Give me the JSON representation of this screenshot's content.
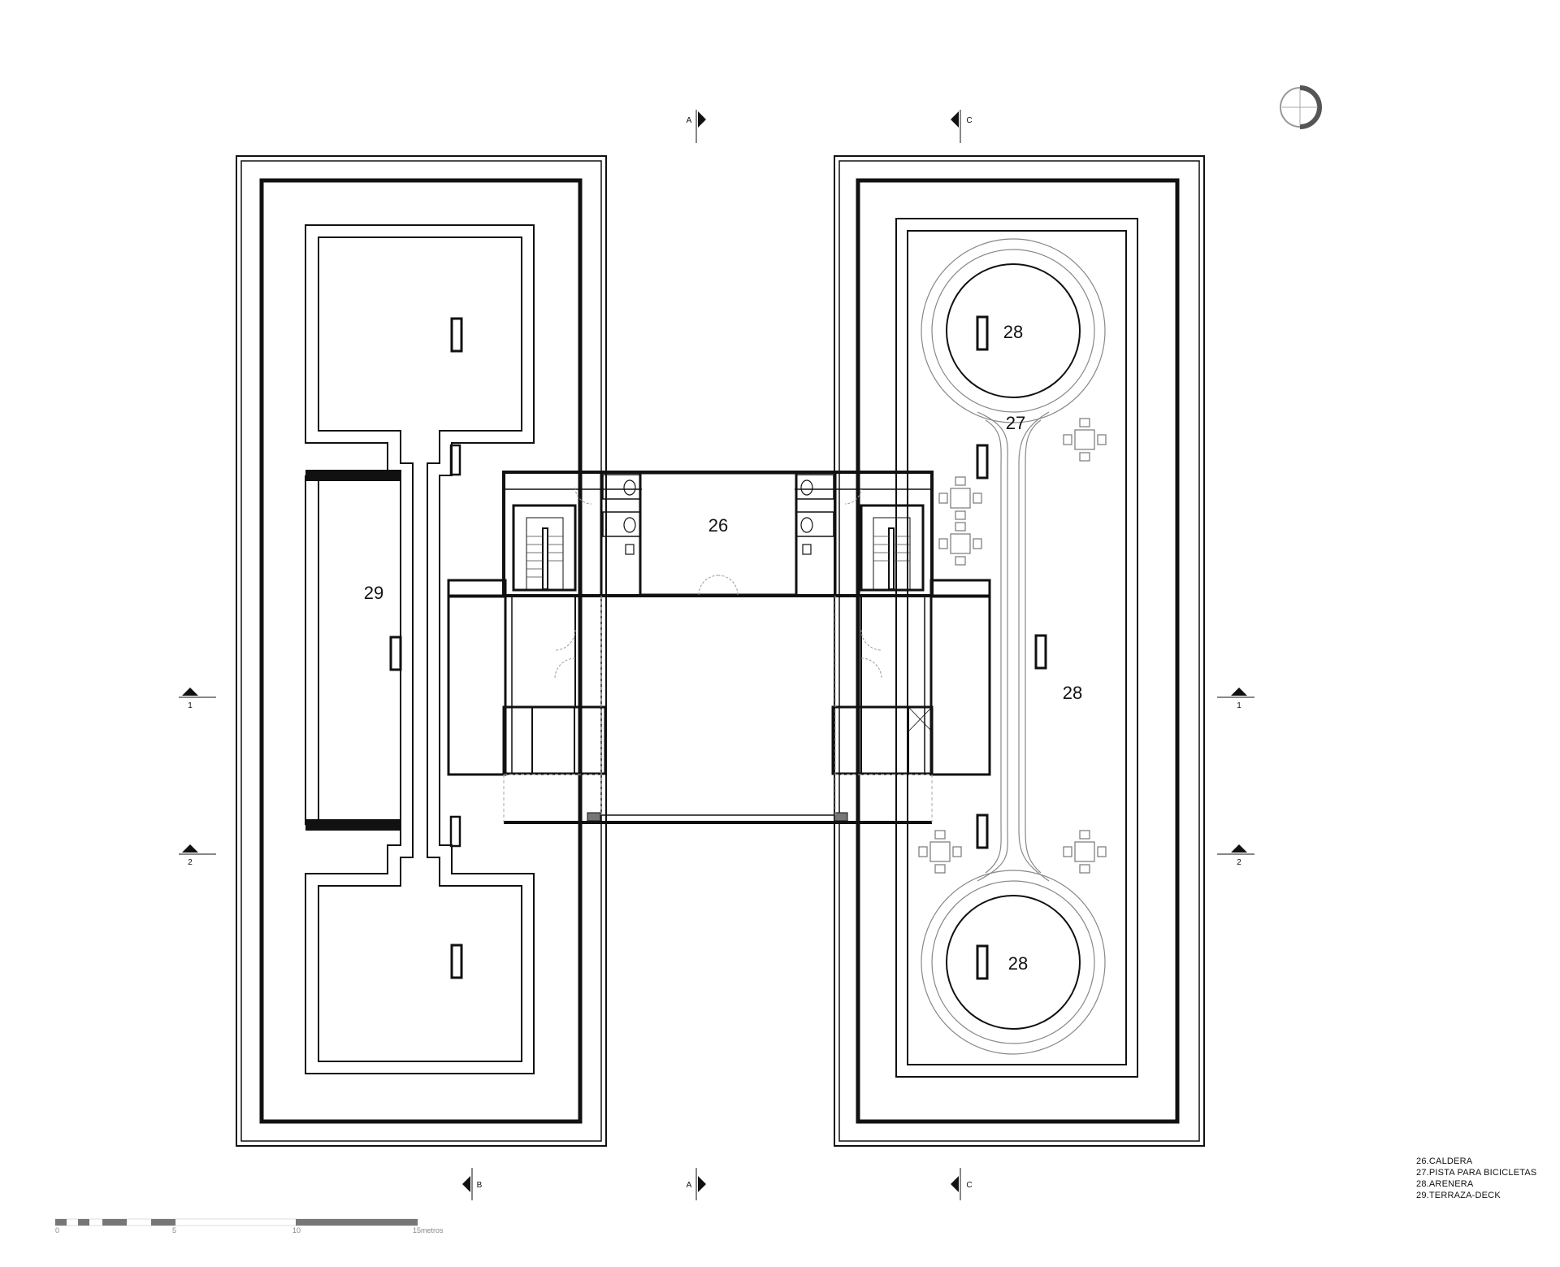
{
  "rooms": {
    "r26": "26",
    "r27": "27",
    "r28_top": "28",
    "r28_mid": "28",
    "r28_bottom": "28",
    "r29": "29"
  },
  "section_marks": {
    "a_top": "A",
    "c_top": "C",
    "a_bottom": "A",
    "b_bottom": "B",
    "c_bottom": "C",
    "one_left": "1",
    "one_right": "1",
    "two_left": "2",
    "two_right": "2"
  },
  "legend": [
    "26.CALDERA",
    "27.PISTA PARA BICICLETAS",
    "28.ARENERA",
    "29.TERRAZA-DECK"
  ],
  "scale": {
    "tick_0": "0",
    "tick_5": "5",
    "tick_10": "10",
    "tick_15": "15metros"
  },
  "icons": {
    "north_arrow": "north-arrow-icon",
    "table_set": "table-chairs-icon"
  }
}
